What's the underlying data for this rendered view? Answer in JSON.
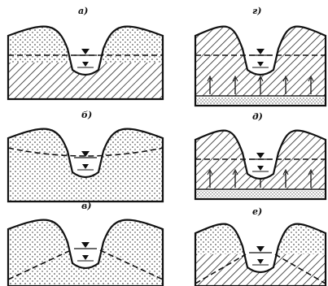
{
  "figure": {
    "panels": [
      {
        "id": "a",
        "label": "а)",
        "layers": [
          "sand",
          "clay"
        ],
        "water_table": "level-with-river"
      },
      {
        "id": "b",
        "label": "б)",
        "layers": [
          "sand"
        ],
        "water_table": "sloping-to-river"
      },
      {
        "id": "v",
        "label": "в)",
        "layers": [
          "sand"
        ],
        "water_table": "sloping-from-river"
      },
      {
        "id": "g",
        "label": "г)",
        "layers": [
          "clay",
          "bedrock"
        ],
        "water_table": "level-with-river"
      },
      {
        "id": "d",
        "label": "д)",
        "layers": [
          "clay",
          "bedrock"
        ],
        "water_table": "level-with-river"
      },
      {
        "id": "e",
        "label": "е)",
        "layers": [
          "sand",
          "clay"
        ],
        "water_table": "sloping-from-river"
      }
    ]
  }
}
